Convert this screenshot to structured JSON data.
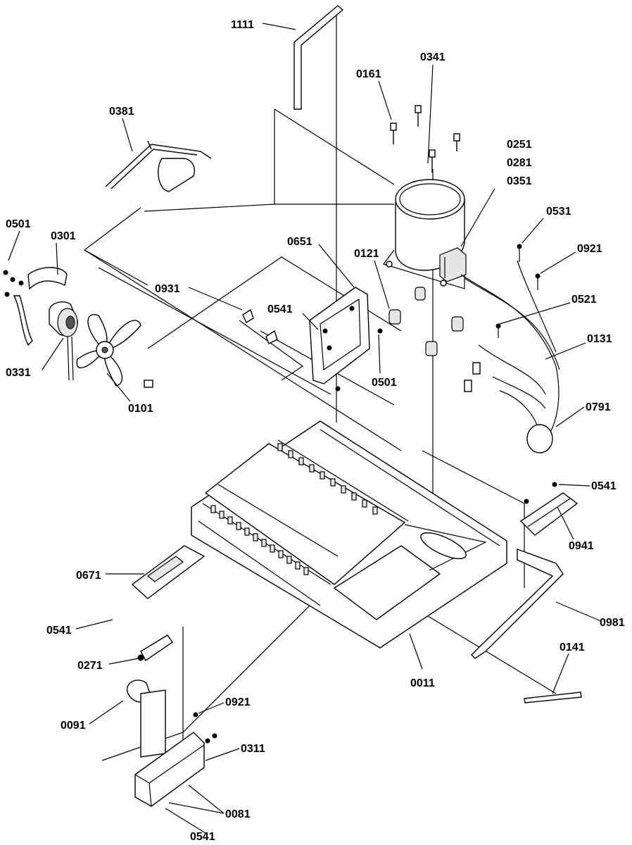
{
  "diagram": {
    "callouts": [
      {
        "id": "1111",
        "text": "1111"
      },
      {
        "id": "0341",
        "text": "0341"
      },
      {
        "id": "0161",
        "text": "0161"
      },
      {
        "id": "0381",
        "text": "0381"
      },
      {
        "id": "0251",
        "text": "0251"
      },
      {
        "id": "0281",
        "text": "0281"
      },
      {
        "id": "0351",
        "text": "0351"
      },
      {
        "id": "0531",
        "text": "0531"
      },
      {
        "id": "0501a",
        "text": "0501"
      },
      {
        "id": "0301",
        "text": "0301"
      },
      {
        "id": "0651",
        "text": "0651"
      },
      {
        "id": "0921a",
        "text": "0921"
      },
      {
        "id": "0121",
        "text": "0121"
      },
      {
        "id": "0931",
        "text": "0931"
      },
      {
        "id": "0541a",
        "text": "0541"
      },
      {
        "id": "0521",
        "text": "0521"
      },
      {
        "id": "0131",
        "text": "0131"
      },
      {
        "id": "0331",
        "text": "0331"
      },
      {
        "id": "0501b",
        "text": "0501"
      },
      {
        "id": "0101",
        "text": "0101"
      },
      {
        "id": "0791",
        "text": "0791"
      },
      {
        "id": "0541b",
        "text": "0541"
      },
      {
        "id": "0941",
        "text": "0941"
      },
      {
        "id": "0671",
        "text": "0671"
      },
      {
        "id": "0981",
        "text": "0981"
      },
      {
        "id": "0541c",
        "text": "0541"
      },
      {
        "id": "0141",
        "text": "0141"
      },
      {
        "id": "0271",
        "text": "0271"
      },
      {
        "id": "0011",
        "text": "0011"
      },
      {
        "id": "0921b",
        "text": "0921"
      },
      {
        "id": "0091",
        "text": "0091"
      },
      {
        "id": "0311",
        "text": "0311"
      },
      {
        "id": "0081",
        "text": "0081"
      },
      {
        "id": "0541d",
        "text": "0541"
      }
    ]
  }
}
